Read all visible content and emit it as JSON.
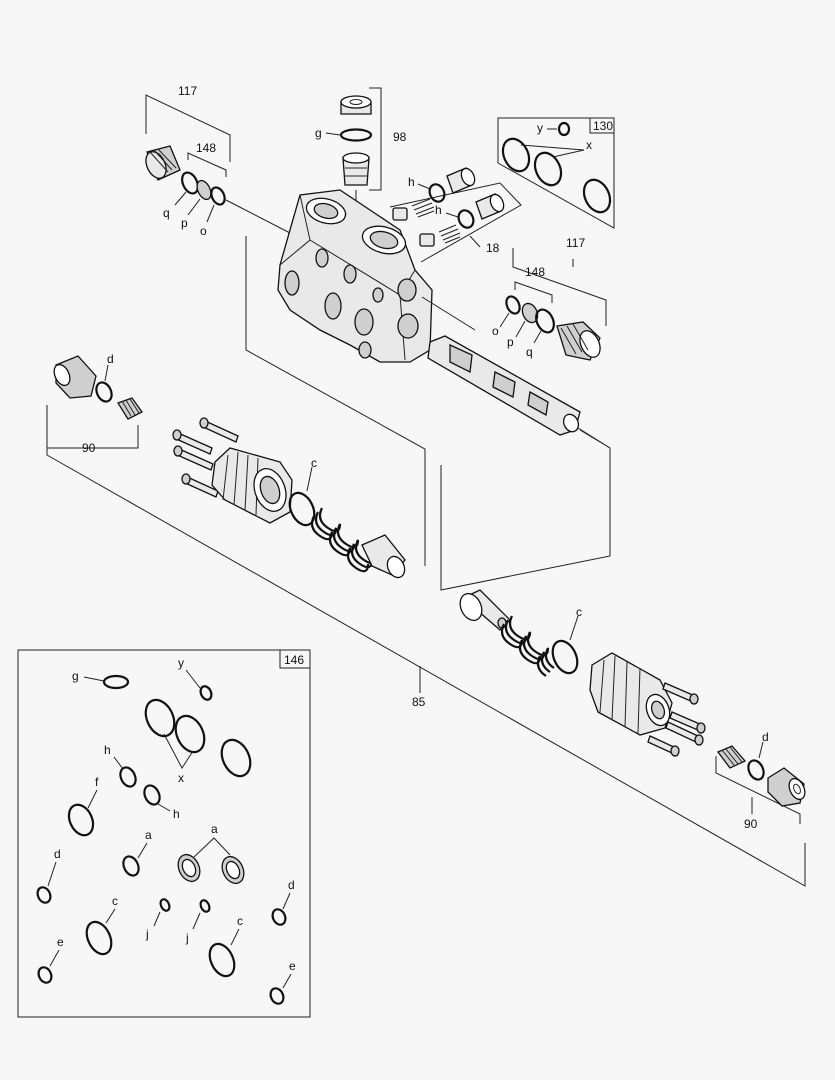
{
  "callouts": {
    "c117a": "117",
    "c148a": "148",
    "c98": "98",
    "cg": "g",
    "cq1": "q",
    "cp1": "p",
    "co1": "o",
    "cy130": "y",
    "c130": "130",
    "cx130": "x",
    "ch1": "h",
    "ch2": "h",
    "c18": "18",
    "c117b": "117",
    "c148b": "148",
    "co2": "o",
    "cp2": "p",
    "cq2": "q",
    "cd1": "d",
    "c90a": "90",
    "cc1": "c",
    "cc2": "c",
    "c85": "85",
    "cd2": "d",
    "c90b": "90"
  },
  "kit146": {
    "title": "146",
    "labels": {
      "g": "g",
      "y": "y",
      "x": "x",
      "h1": "h",
      "h2": "h",
      "f": "f",
      "a1": "a",
      "a2": "a",
      "d1": "d",
      "d2": "d",
      "c1": "c",
      "c2": "c",
      "j1": "j",
      "j2": "j",
      "e1": "e",
      "e2": "e"
    }
  }
}
